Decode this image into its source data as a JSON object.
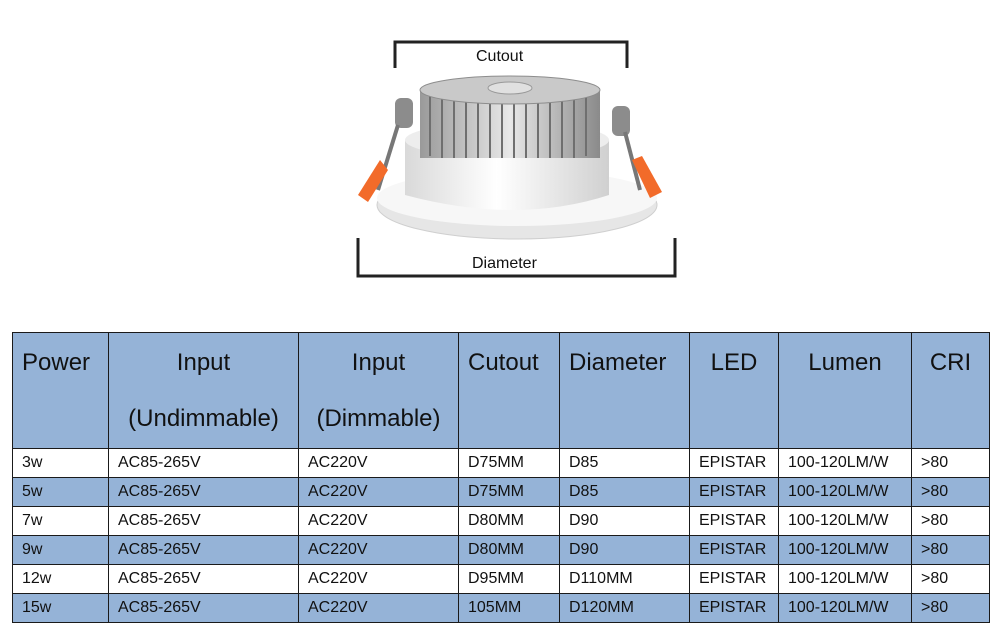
{
  "figure": {
    "cutout_label": "Cutout",
    "diameter_label": "Diameter"
  },
  "table": {
    "headers": [
      {
        "line1": "Power",
        "line2": ""
      },
      {
        "line1": "Input",
        "line2": "(Undimmable)"
      },
      {
        "line1": "Input",
        "line2": "(Dimmable)"
      },
      {
        "line1": "Cutout",
        "line2": ""
      },
      {
        "line1": "Diameter",
        "line2": ""
      },
      {
        "line1": "LED",
        "line2": ""
      },
      {
        "line1": "Lumen",
        "line2": ""
      },
      {
        "line1": "CRI",
        "line2": ""
      }
    ],
    "rows": [
      [
        "3w",
        "AC85-265V",
        "AC220V",
        "D75MM",
        "D85",
        "EPISTAR",
        "100-120LM/W",
        ">80"
      ],
      [
        "5w",
        "AC85-265V",
        "AC220V",
        "D75MM",
        "D85",
        "EPISTAR",
        "100-120LM/W",
        ">80"
      ],
      [
        "7w",
        "AC85-265V",
        "AC220V",
        "D80MM",
        "D90",
        "EPISTAR",
        "100-120LM/W",
        ">80"
      ],
      [
        "9w",
        "AC85-265V",
        "AC220V",
        "D80MM",
        "D90",
        "EPISTAR",
        "100-120LM/W",
        ">80"
      ],
      [
        "12w",
        "AC85-265V",
        "AC220V",
        "D95MM",
        "D110MM",
        "EPISTAR",
        "100-120LM/W",
        ">80"
      ],
      [
        "15w",
        "AC85-265V",
        "AC220V",
        "105MM",
        "D120MM",
        "EPISTAR",
        "100-120LM/W",
        ">80"
      ]
    ]
  },
  "colors": {
    "header_bg": "#95b3d7",
    "alt_row_bg": "#95b3d7",
    "clip_color": "#f26b2a"
  }
}
